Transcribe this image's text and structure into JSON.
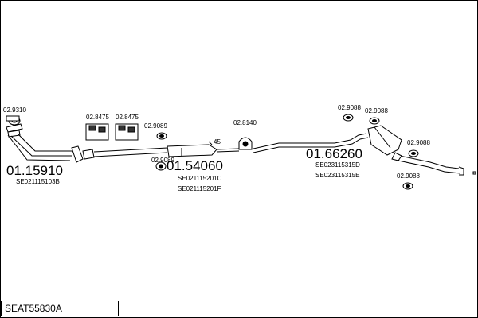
{
  "assembly_id": "SEAT55830A",
  "front_pipe": {
    "part_number": "01.15910",
    "oem_ref": "SE021115103B"
  },
  "middle_silencer": {
    "part_number": "01.54060",
    "oem_refs": [
      "SE021115201C",
      "SE021115201F"
    ]
  },
  "rear_silencer": {
    "part_number": "01.66260",
    "oem_refs": [
      "SE023115315D",
      "SE023115315E"
    ]
  },
  "fittings": {
    "gasket_front": "02.9310",
    "clamp_left": "02.8475",
    "clamp_right": "02.8475",
    "mount_mid": "02.9089",
    "mount_low": "02.9089",
    "mount_center": "02.8140",
    "mount_rear_a": "02.9088",
    "mount_rear_b": "02.9088",
    "mount_rear_c": "02.9088",
    "mount_rear_d": "02.9088"
  },
  "misc_label": "45"
}
